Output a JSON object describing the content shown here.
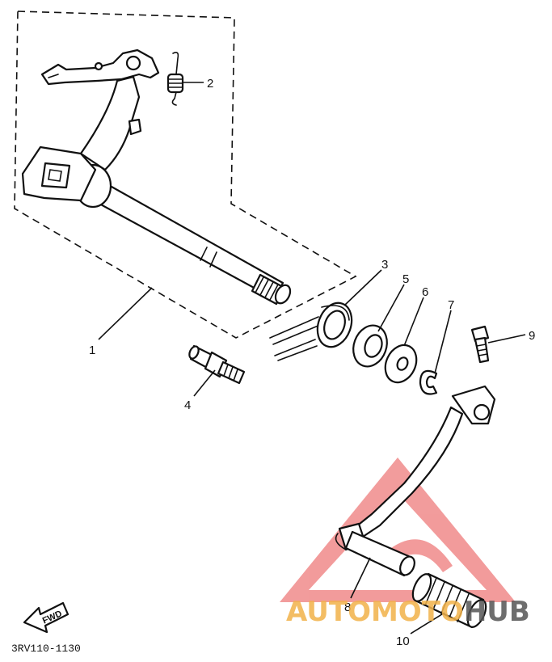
{
  "callouts": [
    {
      "id": "1",
      "label": "1"
    },
    {
      "id": "2",
      "label": "2"
    },
    {
      "id": "3",
      "label": "3"
    },
    {
      "id": "4",
      "label": "4"
    },
    {
      "id": "5",
      "label": "5"
    },
    {
      "id": "6",
      "label": "6"
    },
    {
      "id": "7",
      "label": "7"
    },
    {
      "id": "8",
      "label": "8"
    },
    {
      "id": "9",
      "label": "9"
    },
    {
      "id": "10",
      "label": "10"
    }
  ],
  "fwd_label": "FWD",
  "diagram_code": "3RV110-1130",
  "watermark": {
    "part_a": "AUTOMOTO",
    "part_b": "HUB",
    "color_a": "#f2b24a",
    "color_b": "#555555",
    "triangle_color": "#e84a4a"
  }
}
